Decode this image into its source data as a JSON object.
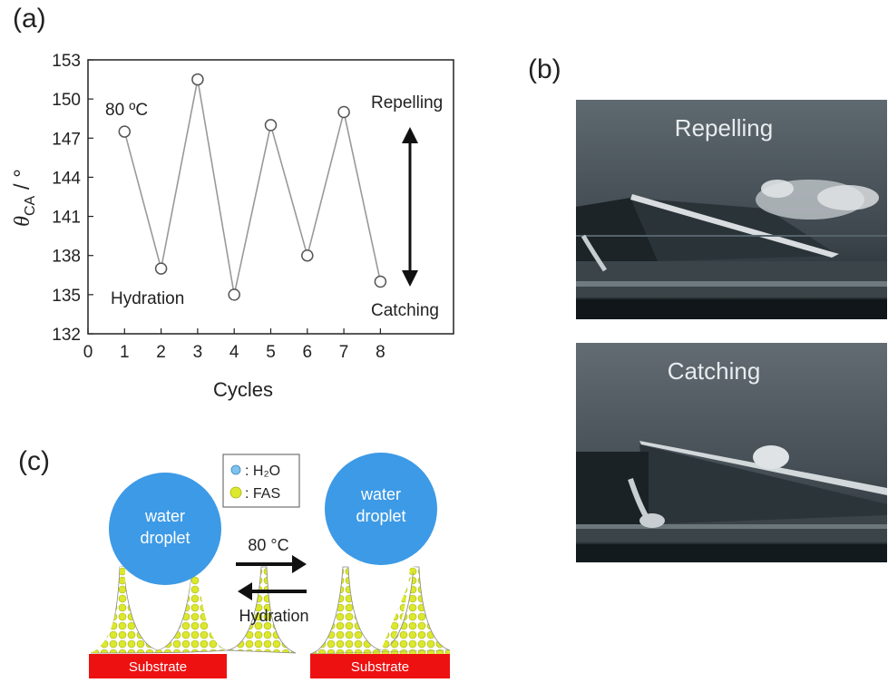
{
  "panels": {
    "a": "(a)",
    "b": "(b)",
    "c": "(c)"
  },
  "chart_data": {
    "type": "scatter",
    "xlabel": "Cycles",
    "ylabel_symbol": "θ",
    "ylabel_sub": "CA",
    "ylabel_unit": " / °",
    "xlim": [
      0,
      10
    ],
    "ylim": [
      132,
      153
    ],
    "x_ticks": [
      "0",
      "1",
      "2",
      "3",
      "4",
      "5",
      "6",
      "7",
      "8"
    ],
    "y_ticks": [
      "132",
      "135",
      "138",
      "141",
      "144",
      "147",
      "150",
      "153"
    ],
    "x": [
      1,
      2,
      3,
      4,
      5,
      6,
      7,
      8
    ],
    "values": [
      147.5,
      137,
      151.5,
      135,
      148,
      138,
      149,
      136
    ],
    "annotations": {
      "heat": "80 ºC",
      "hydration": "Hydration",
      "repelling": "Repelling",
      "catching": "Catching"
    },
    "grid": false,
    "line_color": "#999999",
    "marker": "open-circle"
  },
  "photos": {
    "top_label": "Repelling",
    "bottom_label": "Catching"
  },
  "schematic": {
    "legend_h2o": ": H₂O",
    "legend_fas": ": FAS",
    "droplet_text_1": "water",
    "droplet_text_2": "droplet",
    "arrow_forward": "80 °C",
    "arrow_back": "Hydration",
    "substrate": "Substrate",
    "colors": {
      "droplet": "#3d9ae6",
      "substrate": "#ee1111",
      "fas": "#dce82c",
      "h2o": "#7ec3ee"
    }
  }
}
